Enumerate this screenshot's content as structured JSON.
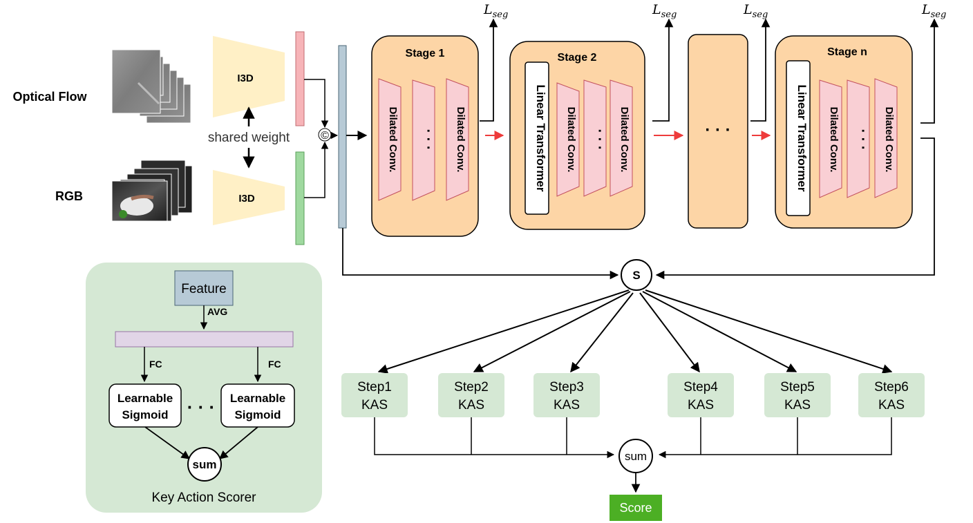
{
  "inputs": {
    "optical_flow": "Optical Flow",
    "rgb": "RGB",
    "i3d_top": "I3D",
    "i3d_bottom": "I3D",
    "shared_weight": "shared weight",
    "concat_symbol": "©"
  },
  "stages": {
    "stage1_title": "Stage 1",
    "stage2_title": "Stage 2",
    "stagen_title": "Stage n",
    "dilated_conv": "Dilated Conv.",
    "linear_transformer": "Linear Transformer",
    "ellipsis": "· · ·",
    "loss_main": "L",
    "loss_sub": "seg"
  },
  "scorer": {
    "feature": "Feature",
    "avg": "AVG",
    "fc": "FC",
    "learnable": "Learnable",
    "sigmoid": "Sigmoid",
    "ellipsis": "· · ·",
    "sum": "sum",
    "caption": "Key Action Scorer"
  },
  "aggregation": {
    "s_node": "S",
    "steps": [
      {
        "step": "Step1",
        "kas": "KAS"
      },
      {
        "step": "Step2",
        "kas": "KAS"
      },
      {
        "step": "Step3",
        "kas": "KAS"
      },
      {
        "step": "Step4",
        "kas": "KAS"
      },
      {
        "step": "Step5",
        "kas": "KAS"
      },
      {
        "step": "Step6",
        "kas": "KAS"
      }
    ],
    "sum_node": "sum",
    "score": "Score"
  },
  "colors": {
    "stage_fill": "#fdd5a6",
    "trap_fill": "#f9cfd4",
    "red_bar": "#f7b4b8",
    "green_bar": "#9fd99f",
    "blue_bar": "#b7cad6",
    "i3d_fill": "#fff0c6",
    "scorer_bg": "#d5e8d4",
    "step_fill": "#d5e8d4",
    "score_fill": "#4caf24",
    "red_arrow": "#ee3b3b"
  }
}
